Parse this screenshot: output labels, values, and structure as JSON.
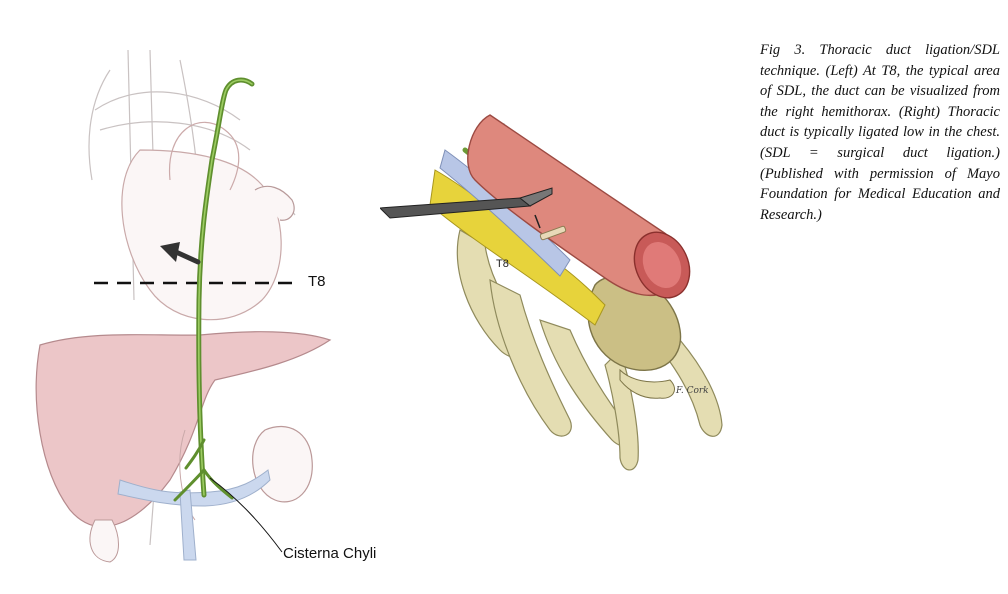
{
  "left_figure": {
    "level_label": "T8",
    "cisterna_label": "Cisterna Chyli"
  },
  "right_figure": {
    "level_label": "T8",
    "signature": "F. Cork"
  },
  "caption": {
    "text": "Fig 3.  Thoracic duct ligation/SDL technique. (Left) At T8, the typical area of SDL, the duct can be visualized from the right hemithorax. (Right) Thoracic duct is typically ligated low in the chest. (SDL = surgical duct ligation.) (Published with permission of Mayo Foundation for Medical Education and Research.)"
  },
  "colors": {
    "duct": "#5f8f2e",
    "aorta": "#d97b70",
    "liver": "#e9c4c6",
    "vein": "#c9d7ee",
    "vertebra": "#e3dcae",
    "sympathetic_chain": "#e8d23a"
  }
}
